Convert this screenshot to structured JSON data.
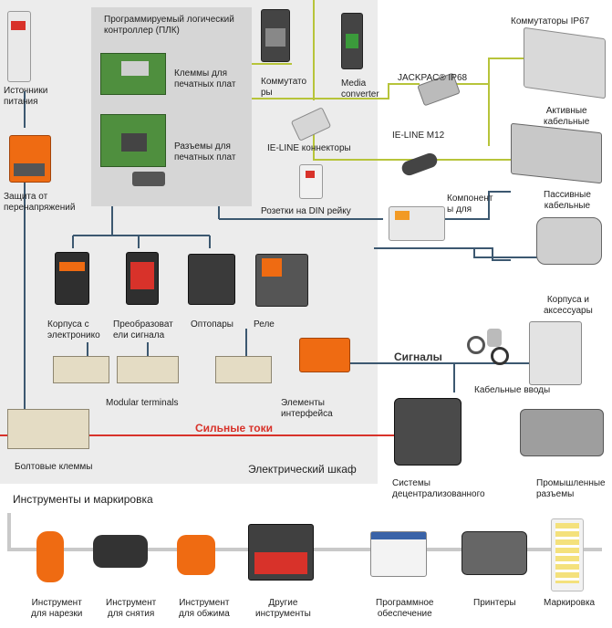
{
  "labels": {
    "plc_title": "Программируемый логический\nконтроллер (ПЛК)",
    "pcb_terminals": "Клеммы для\nпечатных плат",
    "pcb_connectors": "Разъемы для\nпечатных плат",
    "power_supply": "Источники\nпитания",
    "surge": "Защита от\nперенапряжений",
    "switches": "Коммутато\nры",
    "media_converter": "Media\nconverter",
    "ie_line_connectors": "IE-LINE коннекторы",
    "din_sockets": "Розетки на DIN рейку",
    "jackpac": "JACKPAC® IP68",
    "ie_line_m12": "IE-LINE M12",
    "components_for": "Компонент\nы для",
    "switches_ip67": "Коммутаторы IP67",
    "active_cable": "Активные\nкабельные",
    "passive_cable": "Пассивные\nкабельные",
    "enclosures": "Корпуса и\nаксессуары",
    "cable_glands": "Кабельные вводы",
    "electronic_housings": "Корпуса с\nэлектронико",
    "signal_converters": "Преобразоват\nели сигнала",
    "optocouplers": "Оптопары",
    "relays": "Реле",
    "modular_terminals": "Modular terminals",
    "interface_elements": "Элементы\nинтерфейса",
    "signals": "Сигналы",
    "high_currents": "Сильные токи",
    "bolt_terminals": "Болтовые клеммы",
    "electrical_cabinet": "Электрический шкаф",
    "decentralized_systems": "Системы\nдецентрализованного",
    "industrial_connectors": "Промышленные\nразъемы",
    "tools_section": "Инструменты и маркировка",
    "cutting_tool": "Инструмент\nдля нарезки",
    "stripping_tool": "Инструмент\nдля снятия",
    "crimping_tool": "Инструмент\nдля обжима",
    "other_tools": "Другие\nинструменты",
    "software": "Программное\nобеспечение",
    "printers": "Принтеры",
    "marking": "Маркировка"
  },
  "colors": {
    "cabinet_bg": "#ececec",
    "plc_bg": "#d6d6d6",
    "signal_line": "#3c5870",
    "power_line": "#d8322a",
    "ethernet_line": "#b7c43a",
    "tools_line": "#c9c9c9",
    "accent_orange": "#ef6b12"
  }
}
